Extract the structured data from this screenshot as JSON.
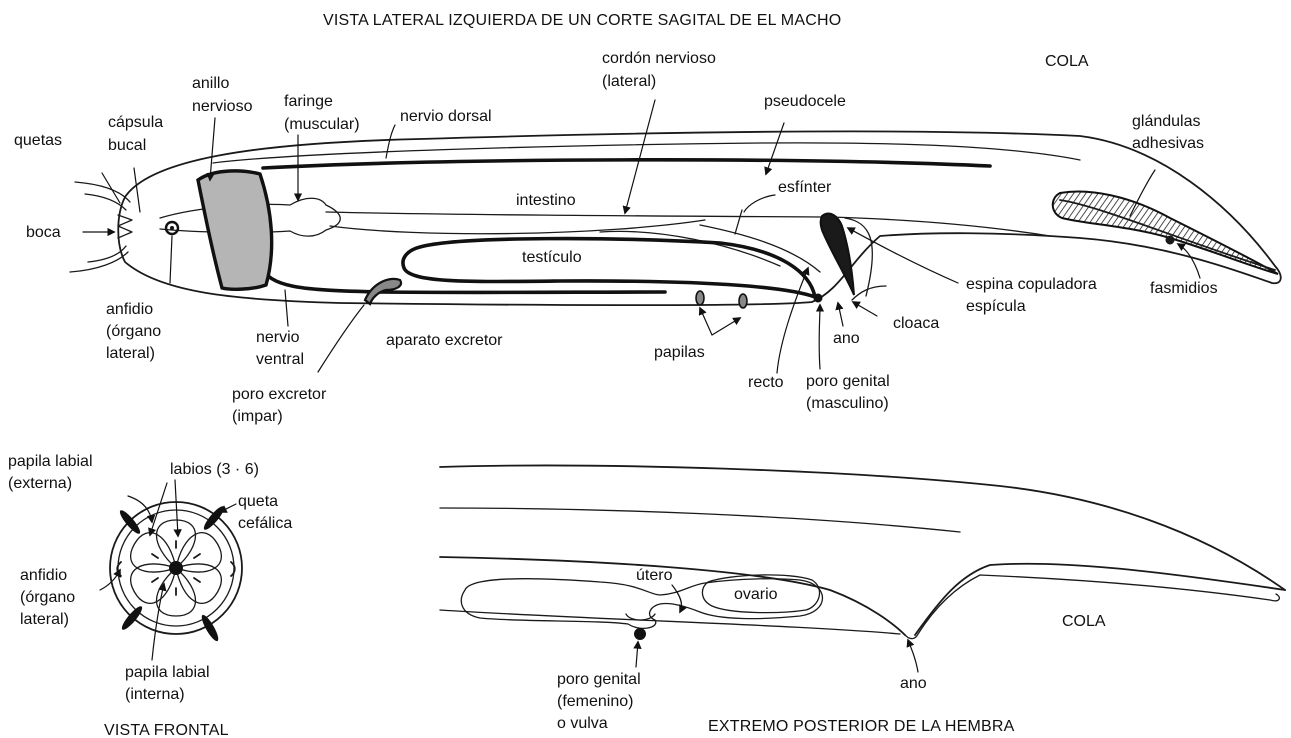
{
  "titles": {
    "male_view": "VISTA LATERAL IZQUIERDA DE UN CORTE SAGITAL DE EL MACHO",
    "frontal_view": "VISTA FRONTAL",
    "female_view": "EXTREMO POSTERIOR DE LA HEMBRA"
  },
  "male_labels": {
    "cola": "COLA",
    "quetas": "quetas",
    "capsula_1": "cápsula",
    "capsula_2": "bucal",
    "boca": "boca",
    "anillo_1": "anillo",
    "anillo_2": "nervioso",
    "faringe_1": "faringe",
    "faringe_2": "(muscular)",
    "nervio_dorsal": "nervio dorsal",
    "cordon_1": "cordón nervioso",
    "cordon_2": "(lateral)",
    "pseudocele": "pseudocele",
    "glandulas_1": "glándulas",
    "glandulas_2": "adhesivas",
    "esfinter": "esfínter",
    "intestino": "intestino",
    "testiculo": "testículo",
    "espina_1": "espina copuladora",
    "espina_2": "espícula",
    "fasmidios": "fasmidios",
    "anfidio_1": "anfidio",
    "anfidio_2": "(órgano",
    "anfidio_3": "lateral)",
    "nervio_ventral_1": "nervio",
    "nervio_ventral_2": "ventral",
    "aparato_excretor": "aparato excretor",
    "cloaca": "cloaca",
    "ano": "ano",
    "papilas": "papilas",
    "recto": "recto",
    "poro_genital_1": "poro genital",
    "poro_genital_2": "(masculino)",
    "poro_excretor_1": "poro excretor",
    "poro_excretor_2": "(impar)"
  },
  "frontal_labels": {
    "papila_ext_1": "papila labial",
    "papila_ext_2": "(externa)",
    "labios": "labios (3 · 6)",
    "queta_1": "queta",
    "queta_2": "cefálica",
    "anfidio_1": "anfidio",
    "anfidio_2": "(órgano",
    "anfidio_3": "lateral)",
    "papila_int_1": "papila labial",
    "papila_int_2": "(interna)"
  },
  "female_labels": {
    "utero": "útero",
    "ovario": "ovario",
    "cola": "COLA",
    "ano": "ano",
    "poro_1": "poro genital",
    "poro_2": "(femenino)",
    "poro_3": "o vulva"
  },
  "colors": {
    "ink": "#1a1a1a",
    "nerve_ring_fill": "#b5b5b5",
    "background": "#ffffff"
  }
}
